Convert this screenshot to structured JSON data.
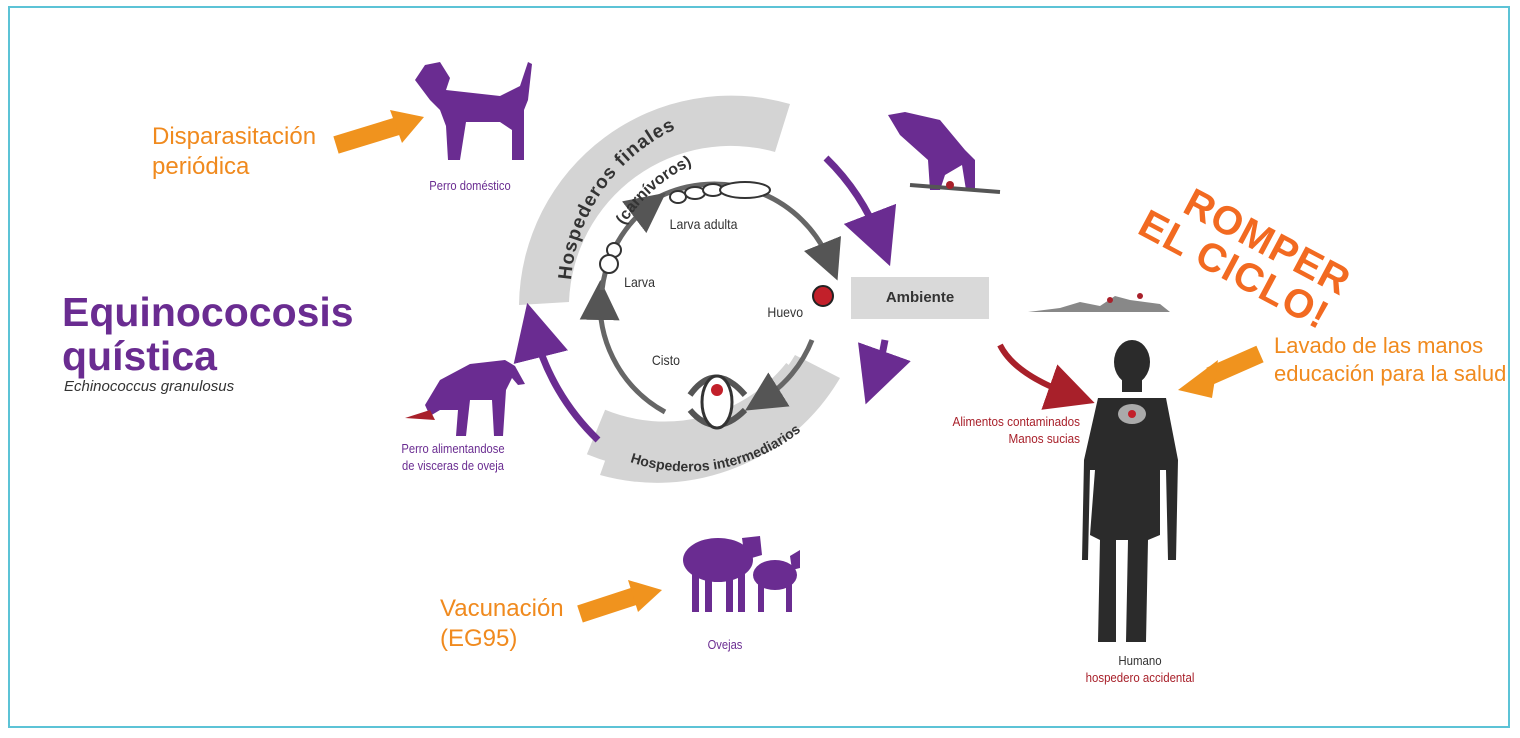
{
  "title": {
    "line1": "Equinococosis",
    "line2": "quística",
    "subtitle": "Echinococcus granulosus"
  },
  "interventions": {
    "deworming": {
      "line1": "Disparasitación",
      "line2": "periódica"
    },
    "vaccination": {
      "line1": "Vacunación",
      "line2": "(EG95)"
    },
    "handwashing": {
      "line1": "Lavado de las manos",
      "line2": "educación para la salud"
    }
  },
  "callout": {
    "line1": "ROMPER",
    "line2": "EL CICLO!"
  },
  "labels": {
    "domestic_dog": "Perro doméstico",
    "dog_feeding_line1": "Perro alimentandose",
    "dog_feeding_line2": "de visceras de oveja",
    "sheep": "Ovejas",
    "environment": "Ambiente",
    "contaminated_line1": "Alimentos contaminados",
    "contaminated_line2": "Manos sucias",
    "human": "Humano",
    "human_role": "hospedero accidental"
  },
  "cycle": {
    "final_hosts_line1": "Hospederos finales",
    "final_hosts_line2": "(carnívoros)",
    "intermediate_hosts": "Hospederos intermediarios",
    "stages": {
      "adult": "Larva adulta",
      "egg": "Huevo",
      "cyst": "Cisto",
      "larva": "Larva"
    }
  },
  "colors": {
    "purple": "#6a2c91",
    "orange": "#f08a1e",
    "red": "#a8202a",
    "gray": "#d4d4d4",
    "frame": "#5cc3d6"
  }
}
